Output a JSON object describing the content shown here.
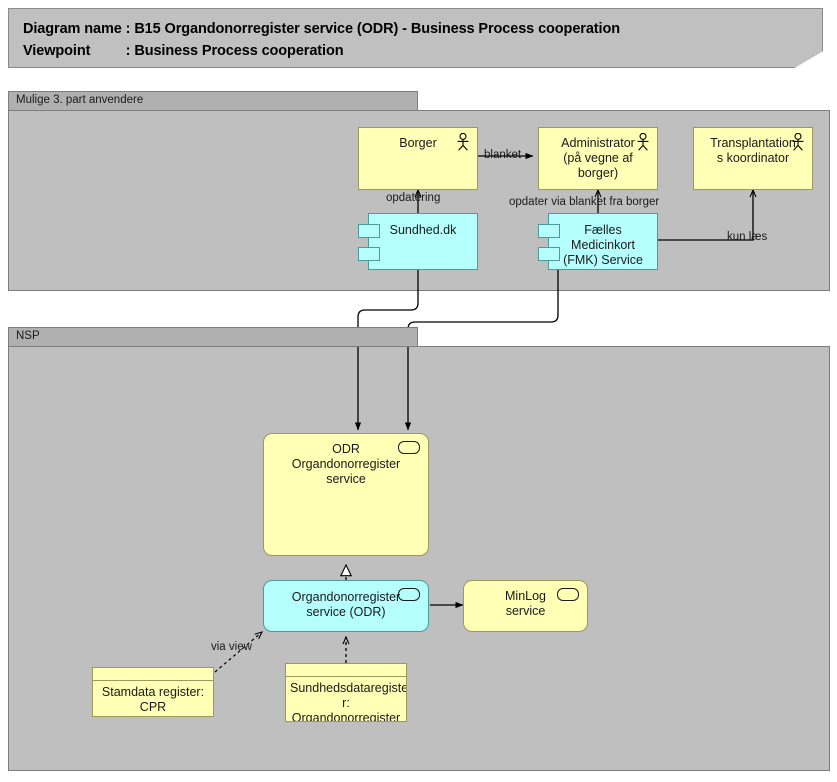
{
  "header": {
    "line1": "Diagram name : B15 Organdonorregister service (ODR) - Business Process cooperation",
    "line2": "Viewpoint         : Business Process cooperation"
  },
  "groups": [
    {
      "id": "third-party",
      "label": "Mulige 3. part anvendere"
    },
    {
      "id": "nsp",
      "label": "NSP"
    }
  ],
  "nodes": {
    "borger": {
      "label": "Borger",
      "type": "business-actor"
    },
    "administrator": {
      "label": "Administrator\n(på vegne af\nborger)",
      "type": "business-actor"
    },
    "transplantation": {
      "label": "Transplantation\ns koordinator",
      "type": "business-actor"
    },
    "sundhed_dk": {
      "label": "Sundhed.dk",
      "type": "application-component"
    },
    "fmk": {
      "label": "Fælles\nMedicinkort\n(FMK) Service",
      "type": "application-component"
    },
    "odr_service": {
      "label": "ODR\nOrgandonorregister\nservice",
      "type": "application-service"
    },
    "odr_component": {
      "label": "Organdonorregister\nservice (ODR)",
      "type": "application-component-service"
    },
    "minlog": {
      "label": "MinLog\nservice",
      "type": "application-service"
    },
    "cpr": {
      "label": "Stamdata register:\nCPR",
      "type": "data-object"
    },
    "sundhedsdataregister": {
      "label": "Sundhedsdataregiste\nr:\nOrgandonorregister",
      "type": "data-object"
    }
  },
  "edges": [
    {
      "id": "borger-administrator",
      "label": "blanket"
    },
    {
      "id": "sundheddk-borger",
      "label": "opdatering"
    },
    {
      "id": "fmk-administrator",
      "label": "opdater via blanket fra borger"
    },
    {
      "id": "fmk-transplantation",
      "label": "kun læs"
    },
    {
      "id": "cpr-odr",
      "label": "via view"
    },
    {
      "id": "sundheddk-odrservice",
      "label": ""
    },
    {
      "id": "fmk-odrservice",
      "label": ""
    },
    {
      "id": "odrcomponent-odrservice",
      "label": ""
    },
    {
      "id": "odrcomponent-minlog",
      "label": ""
    },
    {
      "id": "sdr-odrcomponent",
      "label": ""
    }
  ],
  "colors": {
    "business_yellow": "#ffffb5",
    "application_cyan": "#b5ffff",
    "group_fill": "#bfbfbf",
    "group_tab": "#b0b0b0",
    "title_fill": "#c0c0c0",
    "line": "#000000"
  }
}
